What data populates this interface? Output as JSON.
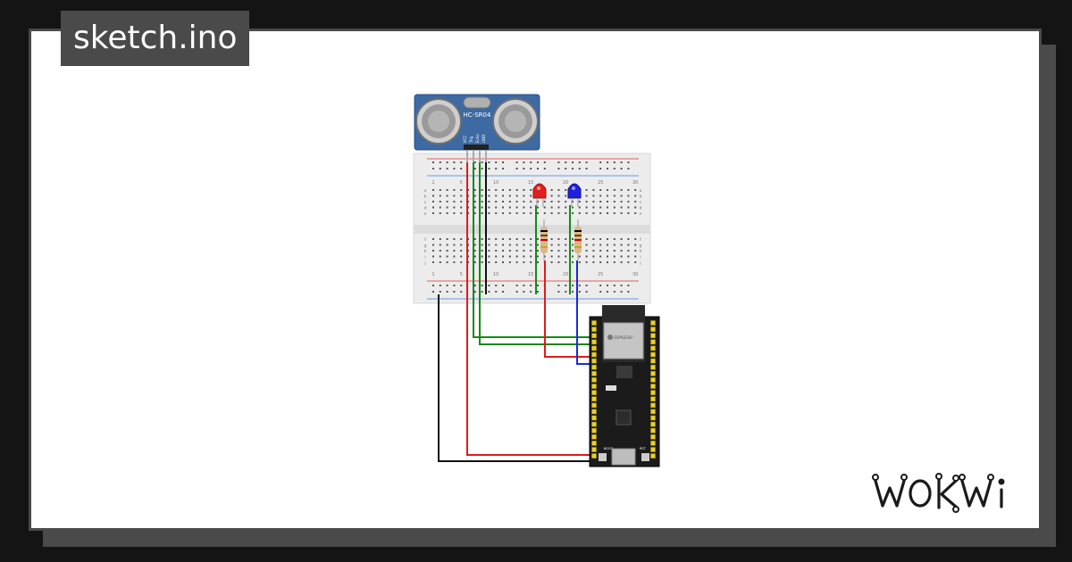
{
  "sketch": {
    "filename": "sketch.ino"
  },
  "brand": {
    "logo_text": "WOKWI"
  },
  "sensor": {
    "model": "HC-SR04",
    "pins": [
      "VCC",
      "Trig",
      "Echo",
      "GND"
    ]
  },
  "board": {
    "model": "ESP32",
    "module_text": "ESPRESSIF",
    "boot_label": "BOOT",
    "rst_label": "RST"
  },
  "breadboard": {
    "column_numbers": [
      "1",
      "5",
      "10",
      "15",
      "20",
      "25",
      "30"
    ],
    "rows_top": [
      "a",
      "b",
      "c",
      "d",
      "e"
    ],
    "rows_bottom": [
      "f",
      "g",
      "h",
      "i",
      "j"
    ]
  },
  "leds": [
    {
      "name": "led-red",
      "color": "#e02020"
    },
    {
      "name": "led-blue",
      "color": "#2020e0"
    }
  ],
  "colors": {
    "background": "#141414",
    "frame": "#4a4a4a",
    "card": "#ffffff",
    "sensor_board": "#3d6aa2",
    "wire_red": "#e01b1b",
    "wire_green": "#138a13",
    "wire_black": "#111111",
    "wire_blue": "#1a2ae0",
    "breadboard": "#ececec"
  }
}
